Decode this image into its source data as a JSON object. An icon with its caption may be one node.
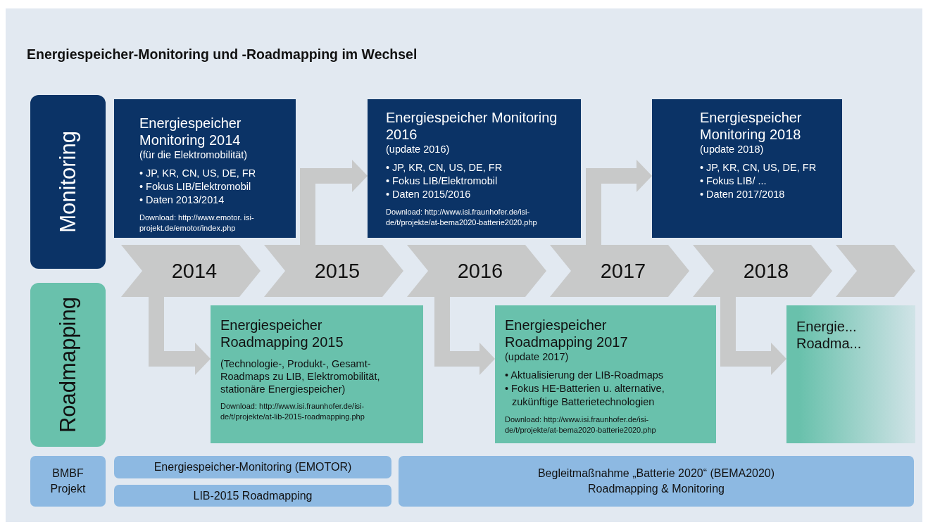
{
  "diagram": {
    "title": "Energiespeicher-Monitoring und -Roadmapping im Wechsel",
    "nodes": [
      {
        "text": [
          "Monitoring"
        ]
      },
      {
        "text": [
          "Energiespeicher Monitoring 2014",
          "(für die Elektromobilität)",
          "• JP, KR, CN, US, DE, FR",
          "• Fokus LIB/Elektromobil",
          "• Daten 2013/2014",
          "Download: http://www.emotor. isi-projekt.de/emotor/index.php"
        ]
      },
      {
        "text": [
          "Energiespeicher Monitoring 2016",
          "(update 2016)",
          "• JP, KR, CN, US, DE, FR",
          "• Fokus LIB/Elektromobil",
          "• Daten 2015/2016",
          "Download: http://www.isi.fraunhofer.de/isi-de/t/projekte/at-bema2020-batterie2020.php"
        ]
      },
      {
        "text": [
          "Energiespeicher Monitoring 2018",
          "(update 2018)",
          "• JP, KR, CN, US, DE, FR",
          "• Fokus LIB/ ...",
          "• Daten 2017/2018"
        ]
      },
      {
        "text": [
          "2014"
        ]
      },
      {
        "text": [
          "2015"
        ]
      },
      {
        "text": [
          "2016"
        ]
      },
      {
        "text": [
          "2017"
        ]
      },
      {
        "text": [
          "2018"
        ]
      },
      {
        "text": [],
        "shape": "chevron"
      },
      {
        "text": [
          "Roadmapping"
        ]
      },
      {
        "text": [
          "Energiespeicher Roadmapping 2015",
          "(Technologie-, Produkt-, Gesamt-Roadmaps zu LIB, Elektromobilität, stationäre Energiespeicher)",
          "Download: http://www.isi.fraunhofer.de/isi-de/t/projekte/at-lib-2015-roadmapping.php"
        ]
      },
      {
        "text": [
          "Energiespeicher Roadmapping 2017",
          "(update 2017)",
          "• Aktualisierung der LIB-Roadmaps",
          "• Fokus HE-Batterien u. alternative, zukünftige Batterietechnologien",
          "Download: http://www.isi.fraunhofer.de/isi-de/t/projekte/at-bema2020-batterie2020.php"
        ]
      },
      {
        "text": [
          "Energie... Roadma..."
        ]
      },
      {
        "text": [
          "BMBF Projekt"
        ]
      },
      {
        "text": [
          "Energiespeicher-Monitoring (EMOTOR)"
        ]
      },
      {
        "text": [
          "LIB-2015 Roadmapping"
        ]
      },
      {
        "text": [
          "Begleitmaßnahme „Batterie 2020“ (BEMA2020) Roadmapping & Monitoring"
        ]
      }
    ],
    "edges": [
      {
        "from": 5,
        "to": 2,
        "arrow": "to"
      },
      {
        "from": 7,
        "to": 3,
        "arrow": "to"
      },
      {
        "from": 4,
        "to": 11,
        "arrow": "to"
      },
      {
        "from": 6,
        "to": 12,
        "arrow": "to"
      },
      {
        "from": 8,
        "to": 13,
        "arrow": "to"
      }
    ]
  }
}
